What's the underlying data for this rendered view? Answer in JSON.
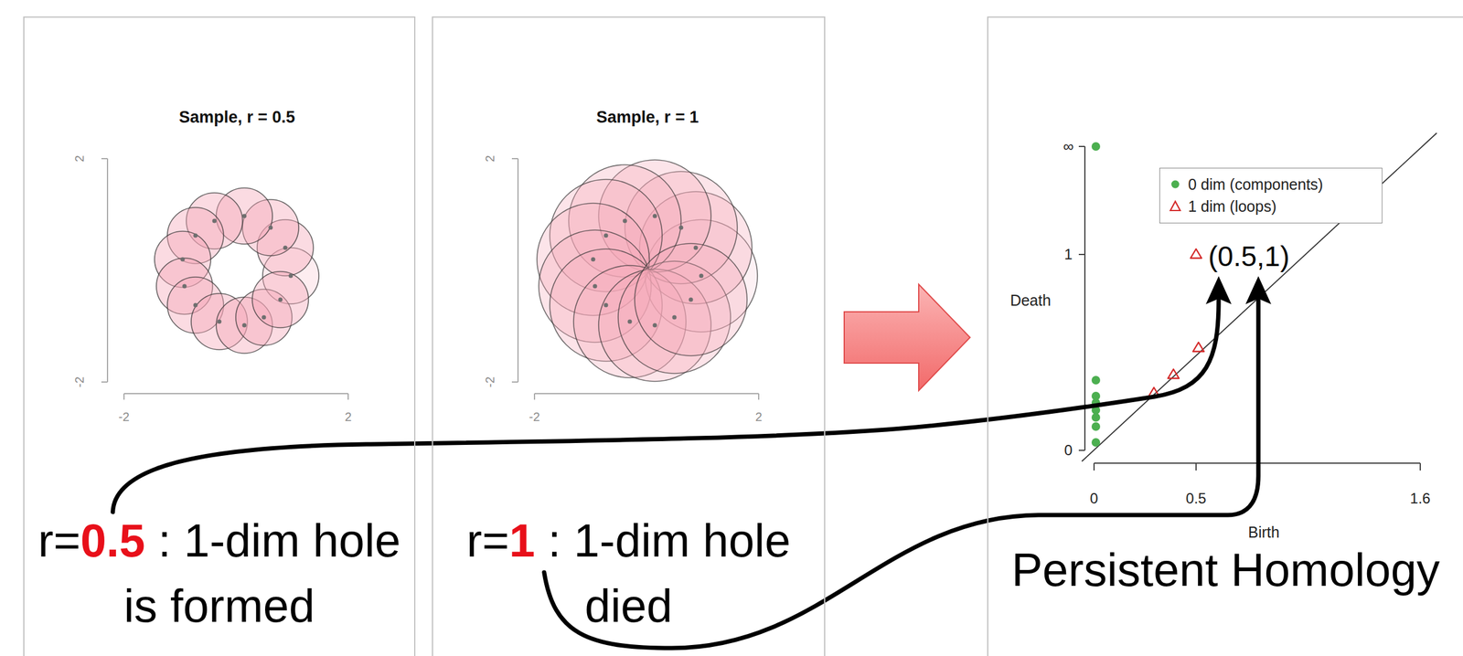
{
  "diagram": {
    "nodes": [
      {
        "text": [
          "Sample, r = 0.5",
          "r=",
          "0.5",
          ": 1-dim hole is formed"
        ]
      },
      {
        "text": [
          "Sample, r = 1",
          "r=",
          "1",
          ": 1-dim hole died"
        ]
      },
      {
        "text": [
          "Persistent Homology"
        ]
      }
    ],
    "edges": [
      {
        "from": 1,
        "to": 2,
        "arrow": "to"
      },
      {
        "from": 0,
        "to": 2,
        "arrow": "to"
      },
      {
        "from": 1,
        "to": 2,
        "arrow": "to"
      }
    ],
    "labels": [
      "2",
      "-2",
      "-2",
      "2",
      "2",
      "-2",
      "-2",
      "2",
      "∞",
      "1",
      "0",
      "Death",
      "0",
      "0.5",
      "1.6",
      "Birth",
      "(0.5,1)"
    ],
    "legend": [
      {
        "text": "0 dim (components)"
      },
      {
        "text": "1 dim (loops)"
      }
    ]
  }
}
